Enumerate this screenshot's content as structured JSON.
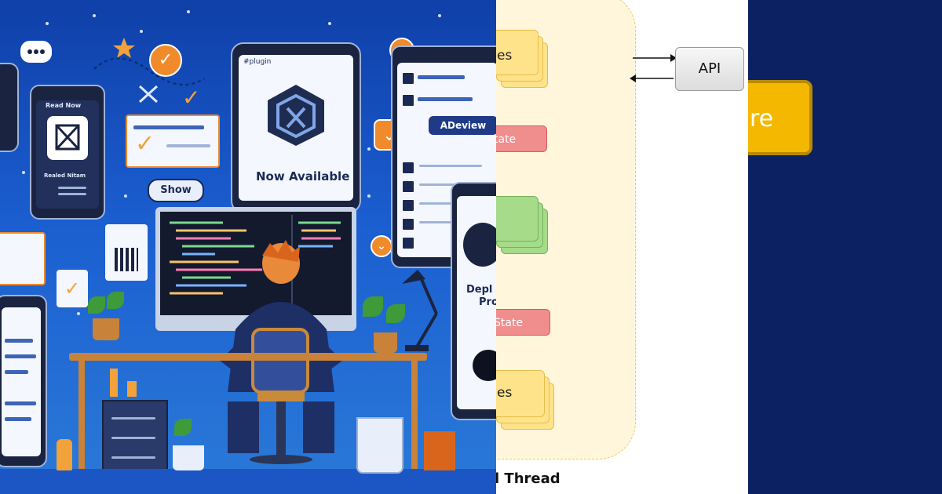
{
  "illustration": {
    "now_available": "Now Available",
    "browser_tag": "#plugin",
    "aboveview_button": "ADeview",
    "show_button": "Show",
    "phone_heading": "Read Now",
    "phone_caption": "Realed Nitam",
    "deploy_text_1": "Depl",
    "deploy_text_2": "Pro"
  },
  "diagram": {
    "api_label": "API",
    "stack_label_top": "es",
    "stack_label_bottom": "es",
    "state_label_1": "tate",
    "state_label_2": "State",
    "thread_label": "l Thread"
  },
  "dark_panel": {
    "button_text": "re",
    "button_color": "#f5b800"
  }
}
